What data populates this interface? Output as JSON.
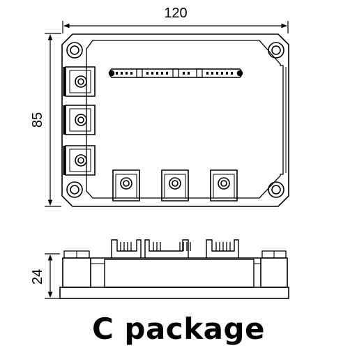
{
  "diagram": {
    "top_view": {
      "width_label": "120",
      "height_label": "85"
    },
    "side_view": {
      "height_label": "24"
    },
    "caption": "C package"
  },
  "colors": {
    "line": "#000000",
    "background": "#ffffff",
    "dim_line": "#333333"
  }
}
